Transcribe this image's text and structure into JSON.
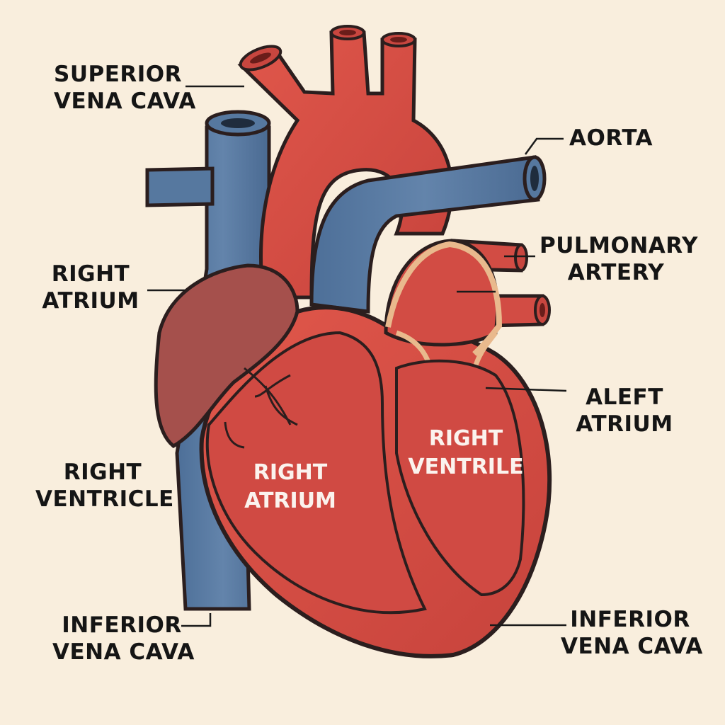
{
  "labels": {
    "superior_vena_cava": [
      "SUPERIOR",
      "VENA CAVA"
    ],
    "aorta": [
      "AORTA"
    ],
    "pulmonary_artery": [
      "PULMONARY",
      "ARTERY"
    ],
    "right_atrium_left": [
      "RIGHT",
      "ATRIUM"
    ],
    "aleft_atrium": [
      "ALEFT",
      "ATRIUM"
    ],
    "right_ventricle_left": [
      "RIGHT",
      "VENTRICLE"
    ],
    "inferior_vena_cava_left": [
      "INFERIOR",
      "VENA CAVA"
    ],
    "inferior_vena_cava_right": [
      "INFERIOR",
      "VENA CAVA"
    ],
    "inner_right_atrium": [
      "RIGHT",
      "ATRIUM"
    ],
    "inner_right_ventrile": [
      "RIGHT",
      "VENTRILE"
    ]
  },
  "colors": {
    "background": "#f9eedd",
    "artery_red": "#d9534a",
    "artery_dark_red": "#b9403a",
    "vein_blue": "#56789f",
    "atrium_brown": "#a5504c",
    "outline": "#2b1e1e",
    "valve_tan": "#e9b98d"
  }
}
